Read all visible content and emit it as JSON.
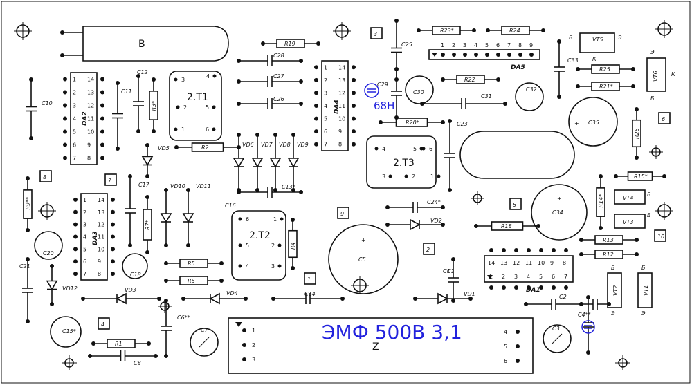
{
  "annotations": {
    "main_text": "ЭМФ 500В 3,1",
    "cap_value": "68Н"
  },
  "tube_label": "В",
  "ic": {
    "da1": "DA1",
    "da2": "DA2",
    "da3": "DA3",
    "da4": "DA4",
    "da5": "DA5"
  },
  "da5_pins": [
    "1",
    "2",
    "3",
    "4",
    "5",
    "6",
    "7",
    "8",
    "9"
  ],
  "da1_top_pins": [
    "14",
    "13",
    "12",
    "11",
    "10",
    "9",
    "8"
  ],
  "da1_bottom_pins": [
    "1",
    "2",
    "3",
    "4",
    "5",
    "6",
    "7"
  ],
  "dip_left_pins": [
    "1",
    "2",
    "3",
    "4",
    "5",
    "6",
    "7"
  ],
  "dip_right_pins": [
    "14",
    "13",
    "12",
    "11",
    "10",
    "9",
    "8"
  ],
  "transformers": {
    "t1": {
      "label": "2.Т1",
      "pins": [
        "3",
        "4",
        "2",
        "5",
        "1",
        "6"
      ]
    },
    "t2": {
      "label": "2.Т2",
      "pins": [
        "6",
        "1",
        "5",
        "2",
        "4",
        "3"
      ]
    },
    "t3": {
      "label": "2.Т3",
      "pins": [
        "4",
        "5",
        "6",
        "3",
        "2",
        "1"
      ]
    }
  },
  "resistors": [
    "R1",
    "R2",
    "R3*",
    "R4",
    "R5",
    "R6",
    "R7*",
    "R9**",
    "R12",
    "R13",
    "R14*",
    "R15*",
    "R18",
    "R19",
    "R20*",
    "R21*",
    "R22",
    "R23*",
    "R24",
    "R25",
    "R26"
  ],
  "capacitors": [
    "C1",
    "C2",
    "C3",
    "C4**",
    "C5",
    "C6**",
    "C7",
    "C8",
    "C10",
    "C11",
    "C12",
    "C13*",
    "C14",
    "C15*",
    "C16",
    "C17",
    "C18",
    "C20",
    "C21",
    "C23",
    "C24*",
    "C25",
    "C26",
    "C27",
    "C28",
    "C29",
    "C30",
    "C31",
    "C32",
    "C33",
    "C34",
    "C35"
  ],
  "diodes": [
    "VD1",
    "VD2",
    "VD3",
    "VD4",
    "VD5",
    "VD6",
    "VD7",
    "VD8",
    "VD9",
    "VD10",
    "VD11",
    "VD12"
  ],
  "transistors": {
    "vt1": "VT1",
    "vt2": "VT2",
    "vt3": "VT3",
    "vt4": "VT4",
    "vt5": "VT5",
    "vt6": "VT6",
    "pin_b": "Б",
    "pin_e": "Э",
    "pin_k": "К"
  },
  "connectors": [
    "1",
    "2",
    "3",
    "4",
    "5",
    "6",
    "7",
    "8",
    "9",
    "10"
  ],
  "connector_z": {
    "label": "Z",
    "pins_left": [
      "1",
      "2",
      "3"
    ],
    "pins_right": [
      "4",
      "5",
      "6"
    ]
  },
  "polarity": {
    "plus": "+",
    "minus": "-"
  }
}
